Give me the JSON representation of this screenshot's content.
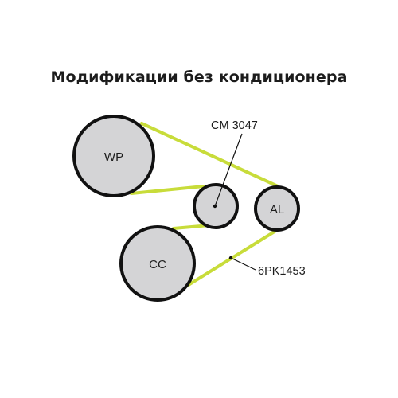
{
  "title": "Модификации без кондиционера",
  "colors": {
    "belt": "#c8dc3a",
    "pulley_fill": "#d4d4d6",
    "pulley_stroke": "#111111",
    "text": "#1c1c1c"
  },
  "pulleys": {
    "wp": {
      "label": "WP"
    },
    "tensioner": {
      "label": ""
    },
    "al": {
      "label": "AL"
    },
    "cc": {
      "label": "CC"
    }
  },
  "callouts": {
    "tensioner_part": "CM 3047",
    "belt_part": "6PK1453"
  }
}
